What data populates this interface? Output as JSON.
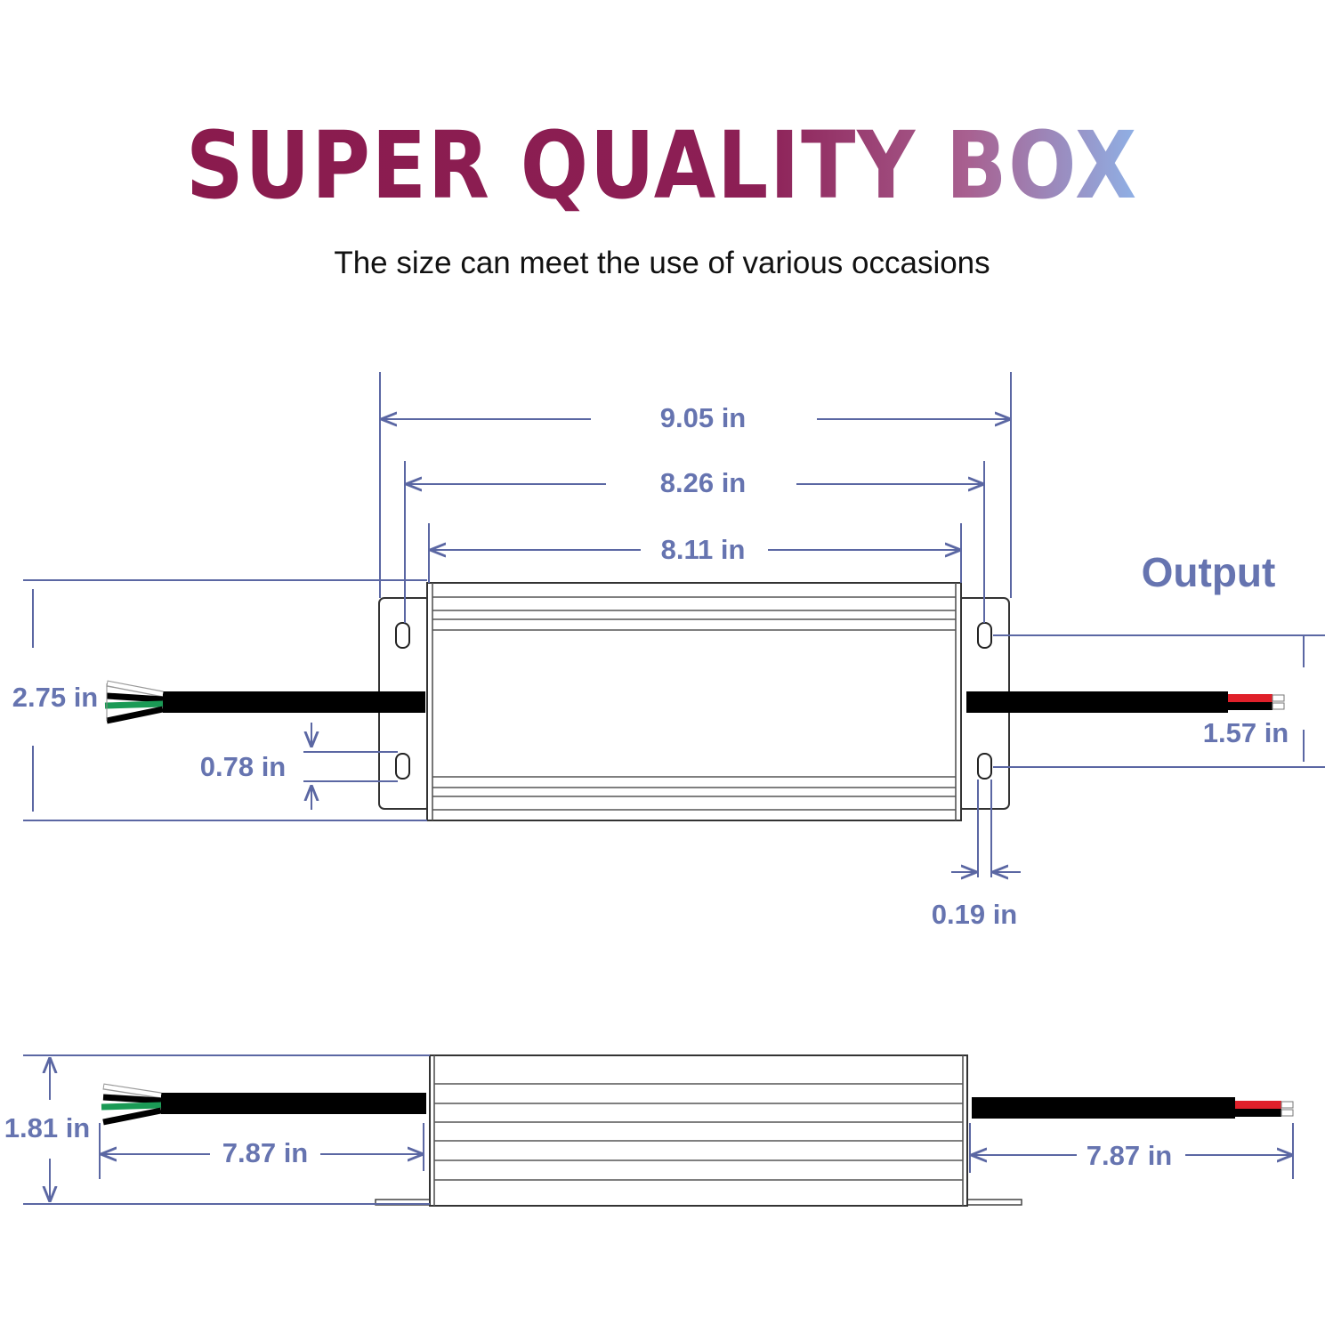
{
  "title": "SUPER QUALITY BOX",
  "subtitle": "The size can meet the use of various occasions",
  "output_label": "Output",
  "colors": {
    "title_start": "#8a1b4d",
    "title_end": "#8fb1e6",
    "dimension": "#6674b0",
    "cable": "#000000",
    "wire_red": "#e0202a",
    "wire_green": "#1a9a55"
  },
  "dimensions": {
    "overall_length": "9.05 in",
    "mount_hole_spacing": "8.26 in",
    "body_length": "8.11 in",
    "body_width": "2.75 in",
    "hole_length": "0.78 in",
    "hole_width": "0.19 in",
    "mount_spacing_width": "1.57 in",
    "height": "1.81 in",
    "input_cable_length": "7.87 in",
    "output_cable_length": "7.87 in"
  }
}
